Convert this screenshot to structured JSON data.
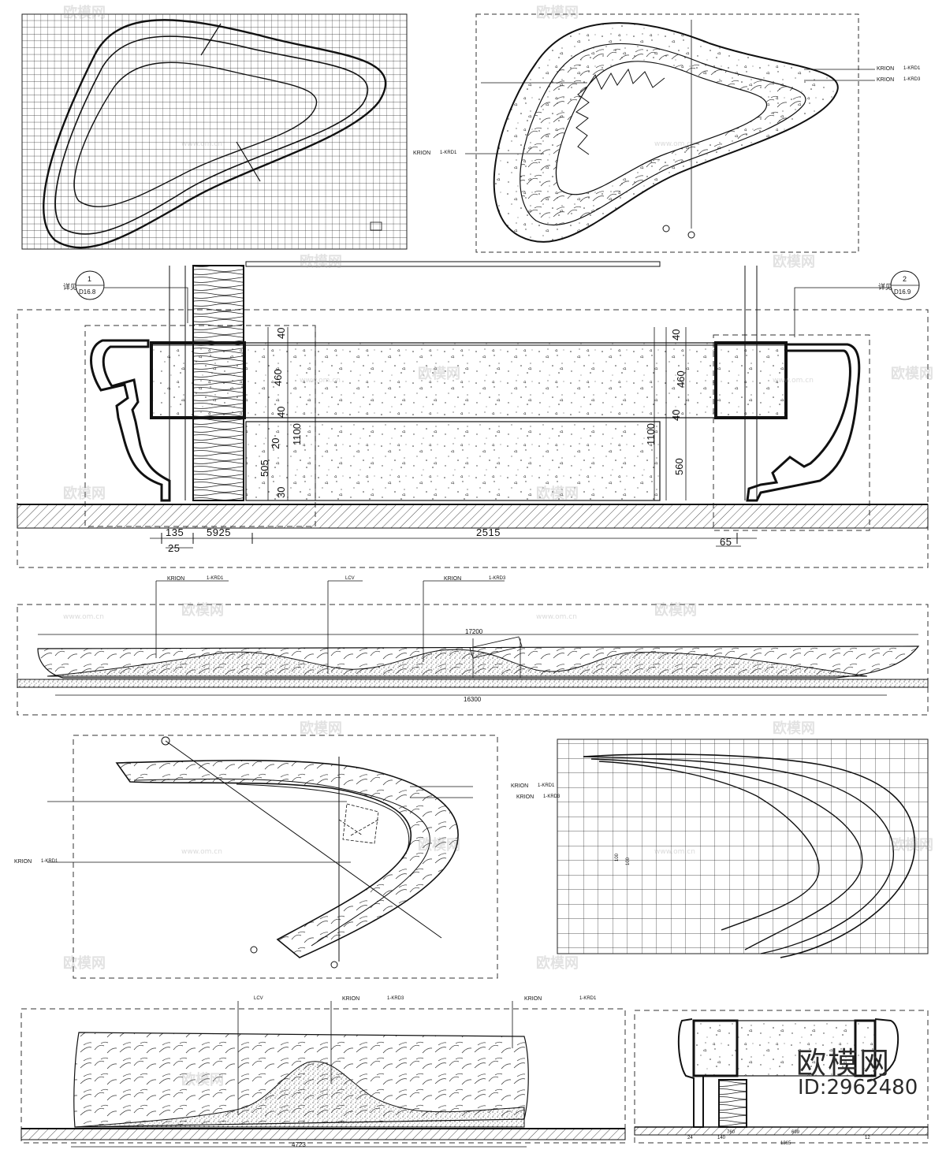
{
  "panels": {
    "plan_grid_top": {
      "caption": ""
    },
    "plan_top": {
      "labels": [
        "KRION",
        "KRION",
        "KRION"
      ],
      "tags": [
        "1-KRD1",
        "1-KRD3",
        "1-KRD1"
      ]
    },
    "section_main": {
      "detail_left": {
        "prefix": "详见",
        "num": "1",
        "sheet": "D16.8"
      },
      "detail_right": {
        "prefix": "详见",
        "num": "2",
        "sheet": "D16.9"
      },
      "dims_vertical_left": [
        "40",
        "460",
        "40",
        "1100",
        "20",
        "505",
        "30"
      ],
      "dims_vertical_right": [
        "40",
        "460",
        "40",
        "1100",
        "560"
      ],
      "dims_bottom": [
        "135",
        "5925",
        "2515",
        "25",
        "65"
      ]
    },
    "elevation_long": {
      "labels": [
        "KRION",
        "LCV",
        "KRION"
      ],
      "tags": [
        "1-KRD1",
        "LCV",
        "1-KRD3"
      ],
      "dims": [
        "17200",
        "16300"
      ]
    },
    "plan_bottom": {
      "labels": [
        "KRION",
        "KRION",
        "KRION"
      ],
      "tags": [
        "1-KRD1",
        "1-KRD3",
        "1-KRD1"
      ]
    },
    "plan_grid_bottom": {
      "dims": [
        "100",
        "100"
      ]
    },
    "elevation_short": {
      "labels": [
        "LCV",
        "KRION",
        "KRION"
      ],
      "tags": [
        "LCV",
        "1-KRD3",
        "1-KRD1"
      ],
      "dims": [
        "4723"
      ]
    },
    "section_small": {
      "dims": [
        "24",
        "140",
        "760",
        "699",
        "12",
        "1365"
      ]
    }
  },
  "watermark": {
    "text": "欧模网",
    "url": "www.om.cn"
  },
  "brand": {
    "name": "欧模网",
    "id": "ID:2962480"
  }
}
